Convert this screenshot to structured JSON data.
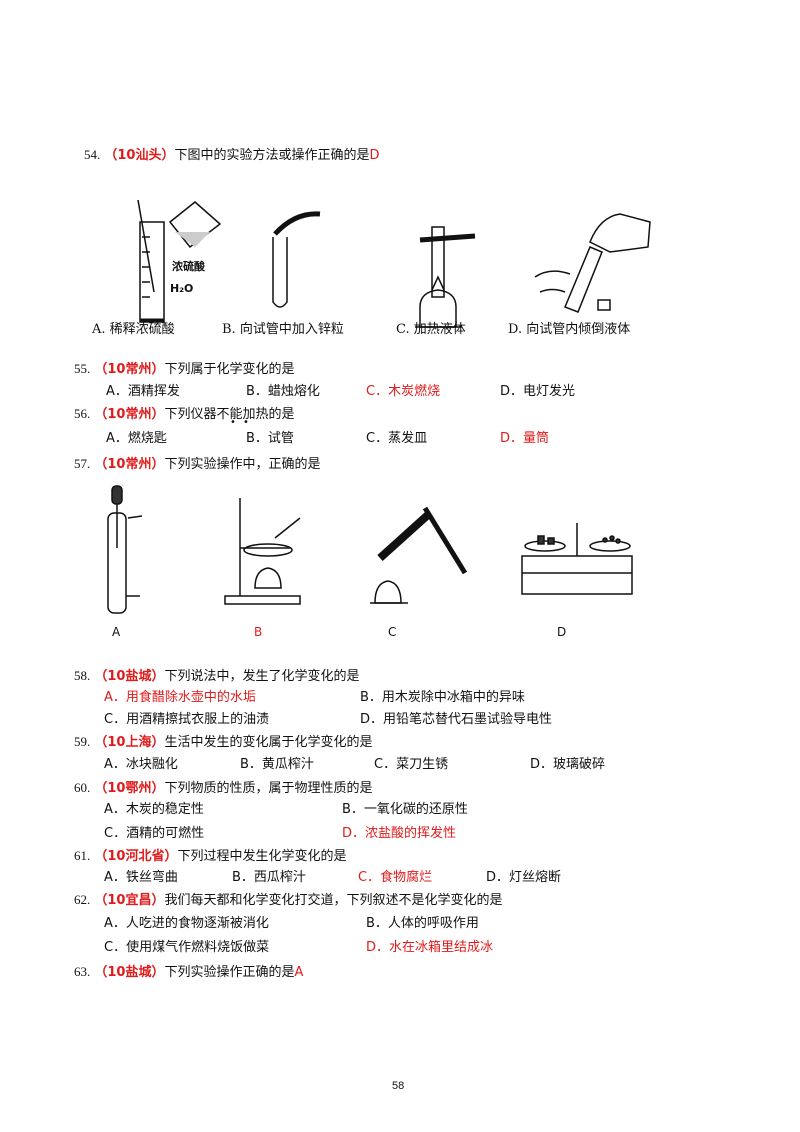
{
  "questions": {
    "q54": {
      "num": "54.",
      "source": "（10汕头）",
      "text": "下图中的实验方法或操作正确的是",
      "answer": "D",
      "figure_labels": {
        "nongliusuan": "浓硫酸",
        "h2o": "H₂O"
      },
      "captions": [
        "A. 稀释浓硫酸",
        "B. 向试管中加入锌粒",
        "C. 加热液体",
        "D. 向试管内倾倒液体"
      ]
    },
    "q55": {
      "num": "55.",
      "source": "（10常州）",
      "text": "下列属于化学变化的是",
      "options": [
        "A．酒精挥发",
        "B．蜡烛熔化",
        "C．木炭燃烧",
        "D．电灯发光"
      ]
    },
    "q56": {
      "num": "56.",
      "source": "（10常州）",
      "text": "下列仪器不能加热的是",
      "options": [
        "A．燃烧匙",
        "B．试管",
        "C．蒸发皿",
        "D．量筒"
      ]
    },
    "q57": {
      "num": "57.",
      "source": "（10常州）",
      "text": "下列实验操作中，正确的是",
      "letters": [
        "A",
        "B",
        "C",
        "D"
      ]
    },
    "q58": {
      "num": "58.",
      "source": "（10盐城）",
      "text": "下列说法中，发生了化学变化的是",
      "options": [
        "A．用食醋除水壶中的水垢",
        "B．用木炭除中冰箱中的异味",
        "C．用酒精擦拭衣服上的油渍",
        "D．用铅笔芯替代石墨试验导电性"
      ]
    },
    "q59": {
      "num": "59.",
      "source": "（10上海）",
      "text": "生活中发生的变化属于化学变化的是",
      "options": [
        "A．冰块融化",
        "B．黄瓜榨汁",
        "C．菜刀生锈",
        "D．玻璃破碎"
      ]
    },
    "q60": {
      "num": "60.",
      "source": "（10鄂州）",
      "text": "下列物质的性质，属于物理性质的是",
      "options": [
        "A．木炭的稳定性",
        "B．一氧化碳的还原性",
        "C．酒精的可燃性",
        "D．浓盐酸的挥发性"
      ]
    },
    "q61": {
      "num": "61.",
      "source": "（10河北省）",
      "text": "下列过程中发生化学变化的是",
      "options": [
        "A．铁丝弯曲",
        "B．西瓜榨汁",
        "C．食物腐烂",
        "D．灯丝熔断"
      ]
    },
    "q62": {
      "num": "62.",
      "source": "（10宜昌）",
      "text": "我们每天都和化学变化打交道，下列叙述不是化学变化的是",
      "options": [
        "A．人吃进的食物逐渐被消化",
        "B．人体的呼吸作用",
        "C．使用煤气作燃料烧饭做菜",
        "D．水在冰箱里结成冰"
      ]
    },
    "q63": {
      "num": "63.",
      "source": "（10盐城）",
      "text": "下列实验操作正确的是",
      "answer": "A"
    }
  },
  "page_number": "58",
  "colors": {
    "answer": "#e01b1b",
    "text": "#111111"
  }
}
